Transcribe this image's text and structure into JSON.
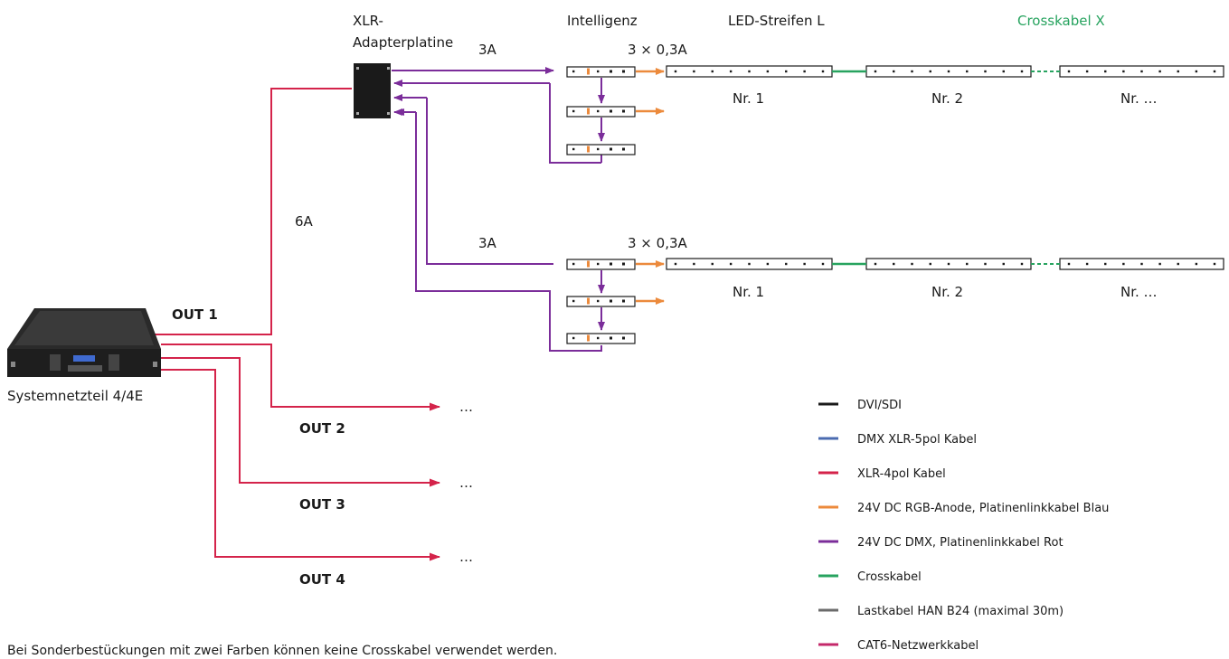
{
  "labels": {
    "adapter_line1": "XLR-",
    "adapter_line2": "Adapterplatine",
    "intelligence": "Intelligenz",
    "led_strip": "LED-Streifen L",
    "crosscable": "Crosskabel X",
    "amp_3a_top": "3A",
    "amp_3a_bottom": "3A",
    "amp_strip_top": "3 × 0,3A",
    "amp_strip_bottom": "3 × 0,3A",
    "amp_6a": "6A",
    "nr1_top": "Nr. 1",
    "nr2_top": "Nr. 2",
    "nrx_top": "Nr. …",
    "nr1_bottom": "Nr. 1",
    "nr2_bottom": "Nr. 2",
    "nrx_bottom": "Nr. …",
    "out1": "OUT 1",
    "out2": "OUT 2",
    "out3": "OUT 3",
    "out4": "OUT 4",
    "psu": "Systemnetzteil 4/4E",
    "ellipsis2": "…",
    "ellipsis3": "…",
    "ellipsis4": "…"
  },
  "legend": [
    {
      "label": "DVI/SDI",
      "color": "#1a1a1a"
    },
    {
      "label": "DMX XLR-5pol Kabel",
      "color": "#4a6bb0"
    },
    {
      "label": "XLR-4pol Kabel",
      "color": "#d4234a"
    },
    {
      "label": "24V DC RGB-Anode, Platinenlinkkabel Blau",
      "color": "#ec8a3c"
    },
    {
      "label": "24V DC DMX, Platinenlinkkabel Rot",
      "color": "#7b2d9a"
    },
    {
      "label": "Crosskabel",
      "color": "#27a35f"
    },
    {
      "label": "Lastkabel HAN B24 (maximal 30m)",
      "color": "#6b6b6b"
    },
    {
      "label": "CAT6-Netzwerkkabel",
      "color": "#c4286a"
    }
  ],
  "note": "Bei Sonderbestückungen mit zwei Farben können keine Crosskabel verwendet werden.",
  "colors": {
    "xlr4": "#d4234a",
    "dmx24": "#7b2d9a",
    "rgb24": "#ec8a3c",
    "cross": "#27a35f"
  }
}
